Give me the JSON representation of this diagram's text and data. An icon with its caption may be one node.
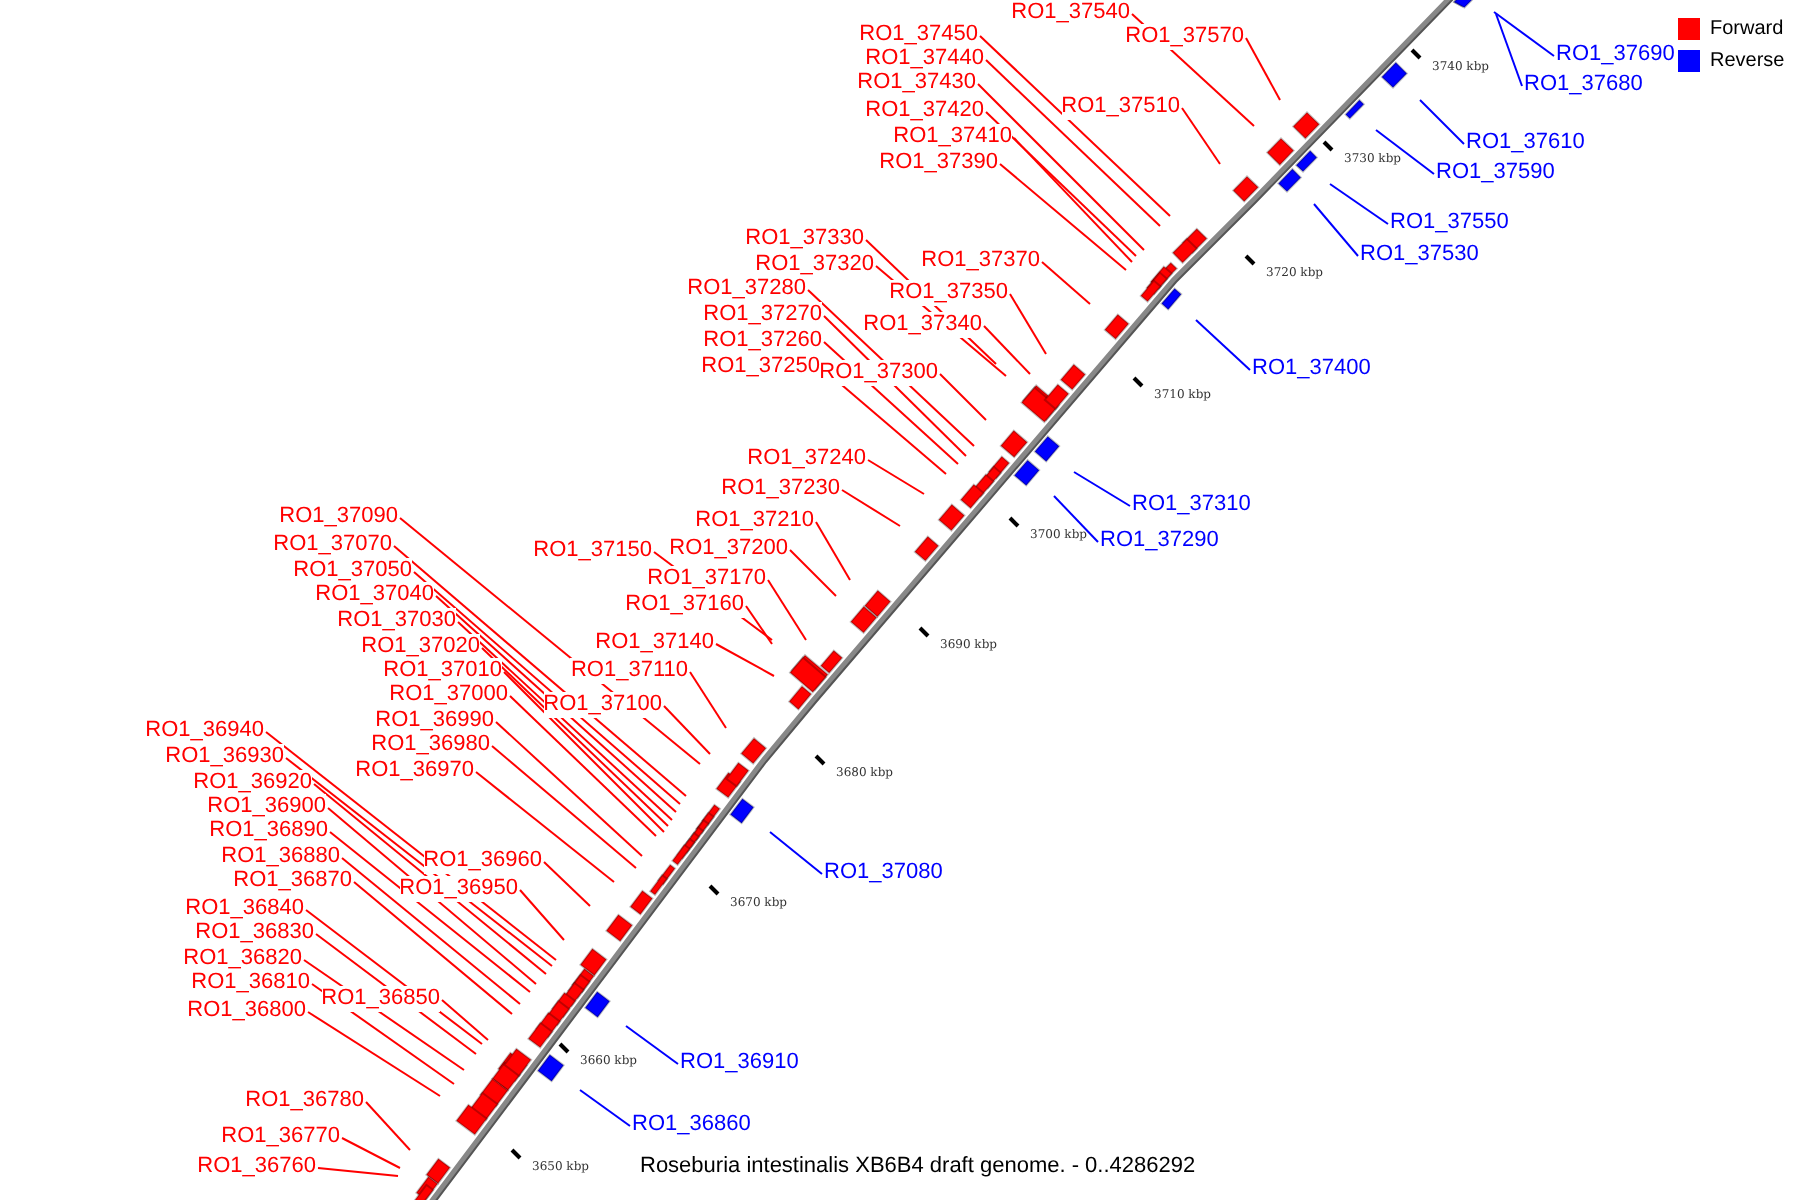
{
  "diagram": {
    "caption": "Roseburia intestinalis XB6B4 draft genome. - 0..4286292",
    "nodes": [
      {
        "text": [
          "RO1_37540"
        ]
      },
      {
        "text": [
          "RO1_37450"
        ]
      },
      {
        "text": [
          "RO1_37570"
        ]
      },
      {
        "text": [
          "RO1_37690"
        ]
      },
      {
        "text": [
          "RO1_37440"
        ]
      },
      {
        "text": [
          "RO1_37430"
        ]
      },
      {
        "text": [
          "RO1_37680"
        ]
      },
      {
        "text": [
          "RO1_37510"
        ]
      },
      {
        "text": [
          "RO1_37420"
        ]
      },
      {
        "text": [
          "RO1_37410"
        ]
      },
      {
        "text": [
          "RO1_37610"
        ]
      },
      {
        "text": [
          "RO1_37390"
        ]
      },
      {
        "text": [
          "RO1_37590"
        ]
      },
      {
        "text": [
          "RO1_37550"
        ]
      },
      {
        "text": [
          "RO1_37330"
        ]
      },
      {
        "text": [
          "RO1_37530"
        ]
      },
      {
        "text": [
          "RO1_37370"
        ]
      },
      {
        "text": [
          "RO1_37320"
        ]
      },
      {
        "text": [
          "RO1_37280"
        ]
      },
      {
        "text": [
          "RO1_37350"
        ]
      },
      {
        "text": [
          "RO1_37270"
        ]
      },
      {
        "text": [
          "RO1_37340"
        ]
      },
      {
        "text": [
          "RO1_37260"
        ]
      },
      {
        "text": [
          "RO1_37250"
        ]
      },
      {
        "text": [
          "RO1_37400"
        ]
      },
      {
        "text": [
          "RO1_37300"
        ]
      },
      {
        "text": [
          "RO1_37240"
        ]
      },
      {
        "text": [
          "RO1_37230"
        ]
      },
      {
        "text": [
          "RO1_37310"
        ]
      },
      {
        "text": [
          "RO1_37090"
        ]
      },
      {
        "text": [
          "RO1_37210"
        ]
      },
      {
        "text": [
          "RO1_37290"
        ]
      },
      {
        "text": [
          "RO1_37070"
        ]
      },
      {
        "text": [
          "RO1_37200"
        ]
      },
      {
        "text": [
          "RO1_37150"
        ]
      },
      {
        "text": [
          "RO1_37050"
        ]
      },
      {
        "text": [
          "RO1_37170"
        ]
      },
      {
        "text": [
          "RO1_37040"
        ]
      },
      {
        "text": [
          "RO1_37160"
        ]
      },
      {
        "text": [
          "RO1_37030"
        ]
      },
      {
        "text": [
          "RO1_37140"
        ]
      },
      {
        "text": [
          "RO1_37020"
        ]
      },
      {
        "text": [
          "RO1_37010"
        ]
      },
      {
        "text": [
          "RO1_37110"
        ]
      },
      {
        "text": [
          "RO1_37000"
        ]
      },
      {
        "text": [
          "RO1_37100"
        ]
      },
      {
        "text": [
          "RO1_36990"
        ]
      },
      {
        "text": [
          "RO1_36940"
        ]
      },
      {
        "text": [
          "RO1_36980"
        ]
      },
      {
        "text": [
          "RO1_36930"
        ]
      },
      {
        "text": [
          "RO1_36970"
        ]
      },
      {
        "text": [
          "RO1_36920"
        ]
      },
      {
        "text": [
          "RO1_36900"
        ]
      },
      {
        "text": [
          "RO1_36890"
        ]
      },
      {
        "text": [
          "RO1_36880"
        ]
      },
      {
        "text": [
          "RO1_36960"
        ]
      },
      {
        "text": [
          "RO1_37080"
        ]
      },
      {
        "text": [
          "RO1_36870"
        ]
      },
      {
        "text": [
          "RO1_36950"
        ]
      },
      {
        "text": [
          "RO1_36840"
        ]
      },
      {
        "text": [
          "RO1_36830"
        ]
      },
      {
        "text": [
          "RO1_36820"
        ]
      },
      {
        "text": [
          "RO1_36810"
        ]
      },
      {
        "text": [
          "RO1_36850"
        ]
      },
      {
        "text": [
          "RO1_36800"
        ]
      },
      {
        "text": [
          "RO1_36910"
        ]
      },
      {
        "text": [
          "RO1_36780"
        ]
      },
      {
        "text": [
          "RO1_36860"
        ]
      },
      {
        "text": [
          "RO1_36770"
        ]
      },
      {
        "text": [
          "RO1_36760"
        ]
      }
    ],
    "edges": [
      {
        "from": 0,
        "to": null,
        "arrow": "none",
        "color": "#ff0000"
      },
      {
        "from": 1,
        "to": null,
        "arrow": "none",
        "color": "#ff0000"
      },
      {
        "from": 2,
        "to": null,
        "arrow": "none",
        "color": "#ff0000"
      },
      {
        "from": 3,
        "to": null,
        "arrow": "none",
        "color": "#0000ff"
      },
      {
        "from": 4,
        "to": null,
        "arrow": "none",
        "color": "#ff0000"
      },
      {
        "from": 5,
        "to": null,
        "arrow": "none",
        "color": "#ff0000"
      },
      {
        "from": 6,
        "to": null,
        "arrow": "none",
        "color": "#0000ff"
      },
      {
        "from": 7,
        "to": null,
        "arrow": "none",
        "color": "#ff0000"
      },
      {
        "from": 8,
        "to": null,
        "arrow": "none",
        "color": "#ff0000"
      },
      {
        "from": 9,
        "to": null,
        "arrow": "none",
        "color": "#ff0000"
      },
      {
        "from": 10,
        "to": null,
        "arrow": "none",
        "color": "#0000ff"
      },
      {
        "from": 11,
        "to": null,
        "arrow": "none",
        "color": "#ff0000"
      },
      {
        "from": 12,
        "to": null,
        "arrow": "none",
        "color": "#0000ff"
      },
      {
        "from": 13,
        "to": null,
        "arrow": "none",
        "color": "#0000ff"
      },
      {
        "from": 14,
        "to": null,
        "arrow": "none",
        "color": "#ff0000"
      },
      {
        "from": 15,
        "to": null,
        "arrow": "none",
        "color": "#0000ff"
      },
      {
        "from": 16,
        "to": null,
        "arrow": "none",
        "color": "#ff0000"
      },
      {
        "from": 17,
        "to": null,
        "arrow": "none",
        "color": "#ff0000"
      },
      {
        "from": 18,
        "to": null,
        "arrow": "none",
        "color": "#ff0000"
      },
      {
        "from": 19,
        "to": null,
        "arrow": "none",
        "color": "#ff0000"
      },
      {
        "from": 20,
        "to": null,
        "arrow": "none",
        "color": "#ff0000"
      },
      {
        "from": 21,
        "to": null,
        "arrow": "none",
        "color": "#ff0000"
      },
      {
        "from": 22,
        "to": null,
        "arrow": "none",
        "color": "#ff0000"
      },
      {
        "from": 23,
        "to": null,
        "arrow": "none",
        "color": "#ff0000"
      },
      {
        "from": 24,
        "to": null,
        "arrow": "none",
        "color": "#0000ff"
      },
      {
        "from": 25,
        "to": null,
        "arrow": "none",
        "color": "#ff0000"
      },
      {
        "from": 26,
        "to": null,
        "arrow": "none",
        "color": "#ff0000"
      },
      {
        "from": 27,
        "to": null,
        "arrow": "none",
        "color": "#ff0000"
      },
      {
        "from": 28,
        "to": null,
        "arrow": "none",
        "color": "#0000ff"
      },
      {
        "from": 29,
        "to": null,
        "arrow": "none",
        "color": "#ff0000"
      },
      {
        "from": 30,
        "to": null,
        "arrow": "none",
        "color": "#ff0000"
      },
      {
        "from": 31,
        "to": null,
        "arrow": "none",
        "color": "#0000ff"
      },
      {
        "from": 32,
        "to": null,
        "arrow": "none",
        "color": "#ff0000"
      },
      {
        "from": 33,
        "to": null,
        "arrow": "none",
        "color": "#ff0000"
      },
      {
        "from": 34,
        "to": null,
        "arrow": "none",
        "color": "#ff0000"
      },
      {
        "from": 35,
        "to": null,
        "arrow": "none",
        "color": "#ff0000"
      },
      {
        "from": 36,
        "to": null,
        "arrow": "none",
        "color": "#ff0000"
      },
      {
        "from": 37,
        "to": null,
        "arrow": "none",
        "color": "#ff0000"
      },
      {
        "from": 38,
        "to": null,
        "arrow": "none",
        "color": "#ff0000"
      },
      {
        "from": 39,
        "to": null,
        "arrow": "none",
        "color": "#ff0000"
      },
      {
        "from": 40,
        "to": null,
        "arrow": "none",
        "color": "#ff0000"
      },
      {
        "from": 41,
        "to": null,
        "arrow": "none",
        "color": "#ff0000"
      },
      {
        "from": 42,
        "to": null,
        "arrow": "none",
        "color": "#ff0000"
      },
      {
        "from": 43,
        "to": null,
        "arrow": "none",
        "color": "#ff0000"
      },
      {
        "from": 44,
        "to": null,
        "arrow": "none",
        "color": "#ff0000"
      },
      {
        "from": 45,
        "to": null,
        "arrow": "none",
        "color": "#ff0000"
      },
      {
        "from": 46,
        "to": null,
        "arrow": "none",
        "color": "#ff0000"
      },
      {
        "from": 47,
        "to": null,
        "arrow": "none",
        "color": "#ff0000"
      },
      {
        "from": 48,
        "to": null,
        "arrow": "none",
        "color": "#ff0000"
      },
      {
        "from": 49,
        "to": null,
        "arrow": "none",
        "color": "#ff0000"
      },
      {
        "from": 50,
        "to": null,
        "arrow": "none",
        "color": "#ff0000"
      },
      {
        "from": 51,
        "to": null,
        "arrow": "none",
        "color": "#ff0000"
      },
      {
        "from": 52,
        "to": null,
        "arrow": "none",
        "color": "#ff0000"
      },
      {
        "from": 53,
        "to": null,
        "arrow": "none",
        "color": "#ff0000"
      },
      {
        "from": 54,
        "to": null,
        "arrow": "none",
        "color": "#ff0000"
      },
      {
        "from": 55,
        "to": null,
        "arrow": "none",
        "color": "#ff0000"
      },
      {
        "from": 56,
        "to": null,
        "arrow": "none",
        "color": "#0000ff"
      },
      {
        "from": 57,
        "to": null,
        "arrow": "none",
        "color": "#ff0000"
      },
      {
        "from": 58,
        "to": null,
        "arrow": "none",
        "color": "#ff0000"
      },
      {
        "from": 59,
        "to": null,
        "arrow": "none",
        "color": "#ff0000"
      },
      {
        "from": 60,
        "to": null,
        "arrow": "none",
        "color": "#ff0000"
      },
      {
        "from": 61,
        "to": null,
        "arrow": "none",
        "color": "#ff0000"
      },
      {
        "from": 62,
        "to": null,
        "arrow": "none",
        "color": "#ff0000"
      },
      {
        "from": 63,
        "to": null,
        "arrow": "none",
        "color": "#ff0000"
      },
      {
        "from": 64,
        "to": null,
        "arrow": "none",
        "color": "#ff0000"
      },
      {
        "from": 65,
        "to": null,
        "arrow": "none",
        "color": "#0000ff"
      },
      {
        "from": 66,
        "to": null,
        "arrow": "none",
        "color": "#ff0000"
      },
      {
        "from": 67,
        "to": null,
        "arrow": "none",
        "color": "#0000ff"
      },
      {
        "from": 68,
        "to": null,
        "arrow": "none",
        "color": "#ff0000"
      },
      {
        "from": 69,
        "to": null,
        "arrow": "none",
        "color": "#ff0000"
      }
    ],
    "labels": [
      "3740 kbp",
      "3730 kbp",
      "3720 kbp",
      "3710 kbp",
      "3700 kbp",
      "3690 kbp",
      "3680 kbp",
      "3670 kbp",
      "3660 kbp",
      "3650 kbp"
    ],
    "legend": [
      {
        "text": "Forward",
        "color": "#ff0000"
      },
      {
        "text": "Reverse",
        "color": "#0000ff"
      }
    ]
  }
}
